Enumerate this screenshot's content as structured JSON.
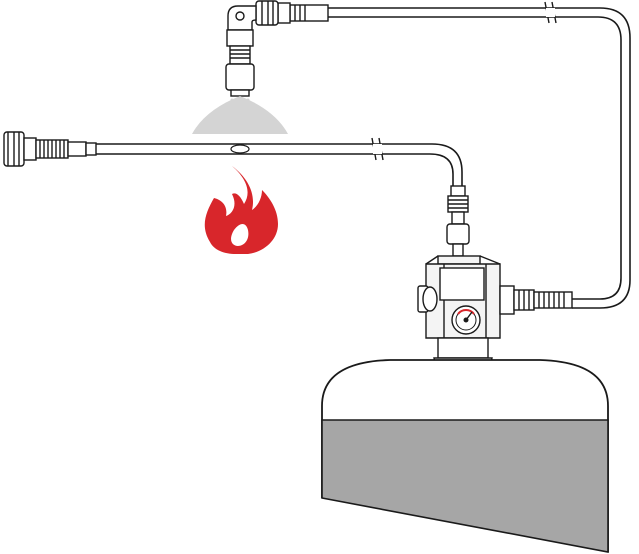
{
  "diagram": {
    "colors": {
      "line": "#1a1a1a",
      "tube_fill": "#ffffff",
      "spray": "#d4d4d4",
      "flame": "#d8262b",
      "liquid": "#a6a6a6",
      "valve_fill": "#f4f4f4",
      "background": "#ffffff"
    },
    "components": [
      "detector-tube",
      "discharge-tube",
      "discharge-nozzle",
      "spray-pattern",
      "fire",
      "cylinder-valve",
      "pressure-gauge",
      "extinguishant-cylinder"
    ]
  }
}
